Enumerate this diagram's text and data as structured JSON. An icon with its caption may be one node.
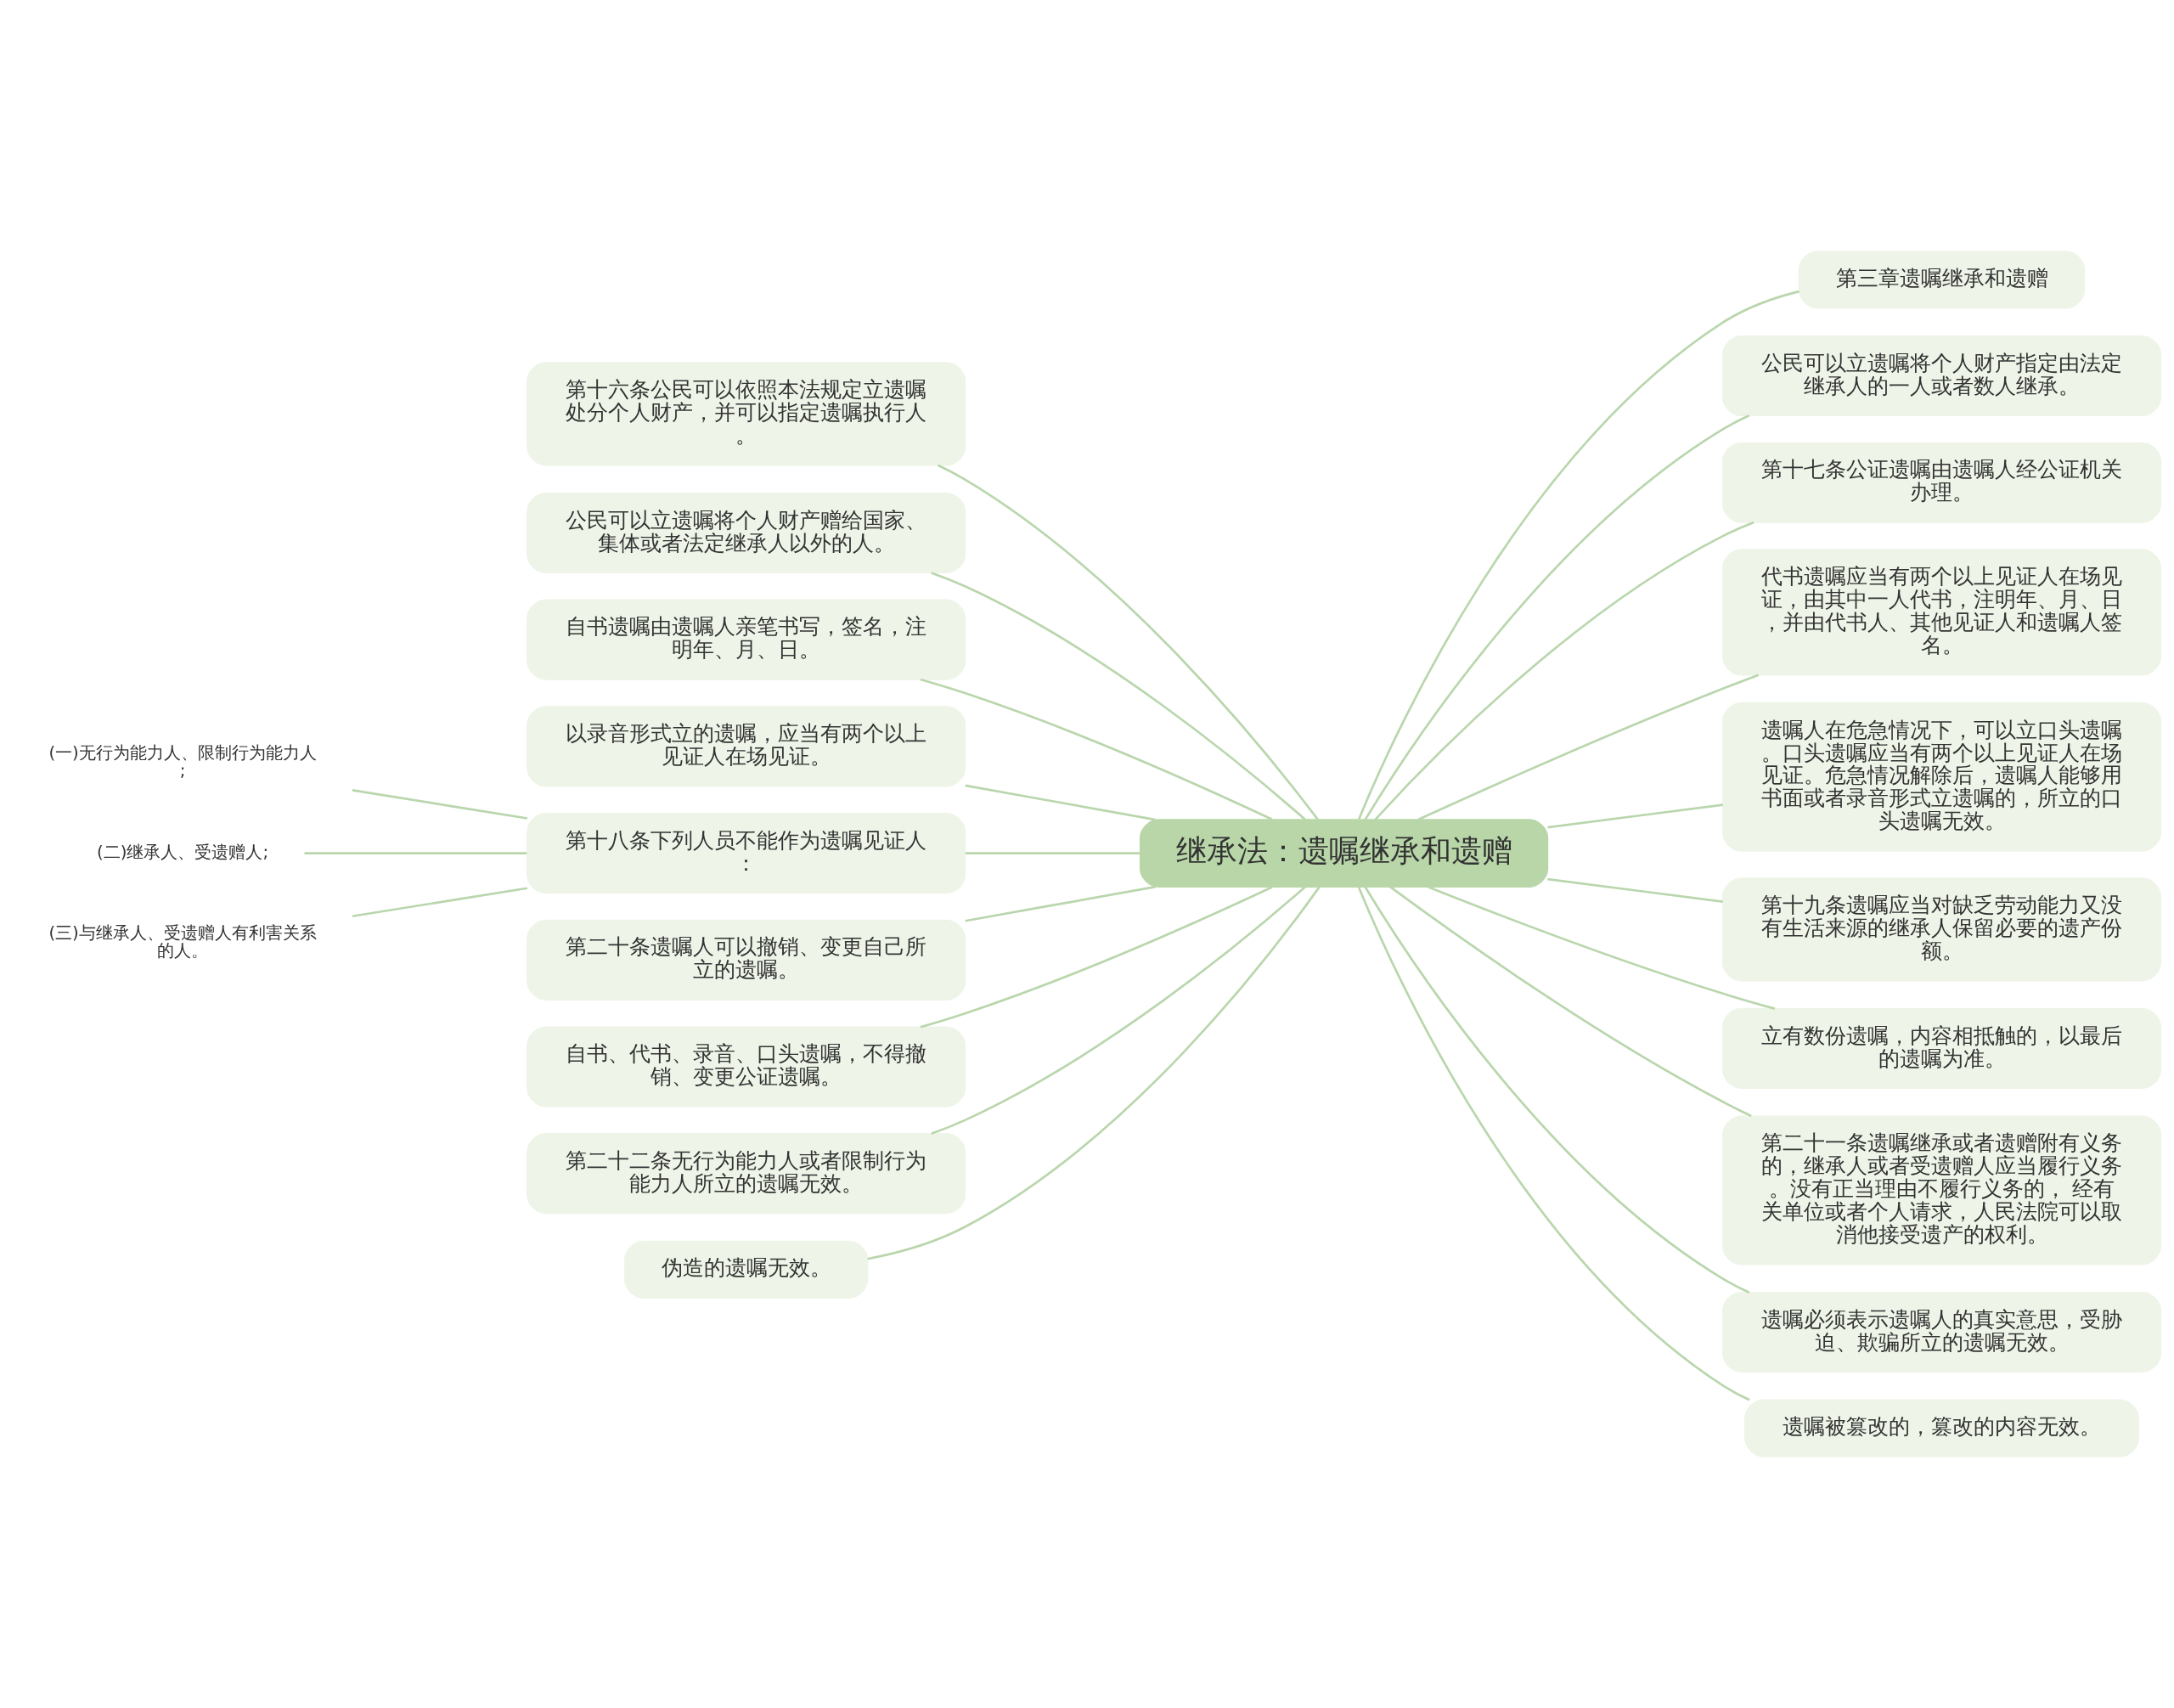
{
  "diagram": {
    "nodes": [
      {
        "text": [
          "继承法：遗嘱继承和遗赠"
        ]
      },
      {
        "text": [
          "第十六条公民可以依照本法规定立遗嘱处分个人财产，并可以指定遗嘱执行人。"
        ]
      },
      {
        "text": [
          "公民可以立遗嘱将个人财产赠给国家、集体或者法定继承人以外的人。"
        ]
      },
      {
        "text": [
          "自书遗嘱由遗嘱人亲笔书写，签名，注明年、月、日。"
        ]
      },
      {
        "text": [
          "以录音形式立的遗嘱，应当有两个以上见证人在场见证。"
        ]
      },
      {
        "text": [
          "第十八条下列人员不能作为遗嘱见证人："
        ]
      },
      {
        "text": [
          "(一)无行为能力人、限制行为能力人;"
        ]
      },
      {
        "text": [
          "(二)继承人、受遗赠人;"
        ]
      },
      {
        "text": [
          "(三)与继承人、受遗赠人有利害关系的人。"
        ]
      },
      {
        "text": [
          "第二十条遗嘱人可以撤销、变更自己所立的遗嘱。"
        ]
      },
      {
        "text": [
          "自书、代书、录音、口头遗嘱，不得撤销、变更公证遗嘱。"
        ]
      },
      {
        "text": [
          "第二十二条无行为能力人或者限制行为能力人所立的遗嘱无效。"
        ]
      },
      {
        "text": [
          "伪造的遗嘱无效。"
        ]
      },
      {
        "text": [
          "第三章遗嘱继承和遗赠"
        ]
      },
      {
        "text": [
          "公民可以立遗嘱将个人财产指定由法定继承人的一人或者数人继承。"
        ]
      },
      {
        "text": [
          "第十七条公证遗嘱由遗嘱人经公证机关办理。"
        ]
      },
      {
        "text": [
          "代书遗嘱应当有两个以上见证人在场见证，由其中一人代书，注明年、月、日，并由代书人、其他见证人和遗嘱人签名。"
        ]
      },
      {
        "text": [
          "遗嘱人在危急情况下，可以立口头遗嘱。口头遗嘱应当有两个以上见证人在场见证。危急情况解除后，遗嘱人能够用书面或者录音形式立遗嘱的，所立的口头遗嘱无效。"
        ]
      },
      {
        "text": [
          "第十九条遗嘱应当对缺乏劳动能力又没有生活来源的继承人保留必要的遗产份额。"
        ]
      },
      {
        "text": [
          "立有数份遗嘱，内容相抵触的，以最后的遗嘱为准。"
        ]
      },
      {
        "text": [
          "第二十一条遗嘱继承或者遗赠附有义务的，继承人或者受遗赠人应当履行义务。没有正当理由不履行义务的， 经有关单位或者个人请求，人民法院可以取消他接受遗产的权利。"
        ]
      },
      {
        "text": [
          "遗嘱必须表示遗嘱人的真实意思，受胁迫、欺骗所立的遗嘱无效。"
        ]
      },
      {
        "text": [
          "遗嘱被篡改的，篡改的内容无效。"
        ]
      }
    ],
    "edges": [
      {
        "from": 0,
        "to": 1,
        "arrow": "none"
      },
      {
        "from": 0,
        "to": 2,
        "arrow": "none"
      },
      {
        "from": 0,
        "to": 3,
        "arrow": "none"
      },
      {
        "from": 0,
        "to": 4,
        "arrow": "none"
      },
      {
        "from": 0,
        "to": 5,
        "arrow": "none"
      },
      {
        "from": 5,
        "to": 6,
        "arrow": "none"
      },
      {
        "from": 5,
        "to": 7,
        "arrow": "none"
      },
      {
        "from": 5,
        "to": 8,
        "arrow": "none"
      },
      {
        "from": 0,
        "to": 9,
        "arrow": "none"
      },
      {
        "from": 0,
        "to": 10,
        "arrow": "none"
      },
      {
        "from": 0,
        "to": 11,
        "arrow": "none"
      },
      {
        "from": 0,
        "to": 12,
        "arrow": "none"
      },
      {
        "from": 0,
        "to": 13,
        "arrow": "none"
      },
      {
        "from": 0,
        "to": 14,
        "arrow": "none"
      },
      {
        "from": 0,
        "to": 15,
        "arrow": "none"
      },
      {
        "from": 0,
        "to": 16,
        "arrow": "none"
      },
      {
        "from": 0,
        "to": 17,
        "arrow": "none"
      },
      {
        "from": 0,
        "to": 18,
        "arrow": "none"
      },
      {
        "from": 0,
        "to": 19,
        "arrow": "none"
      },
      {
        "from": 0,
        "to": 20,
        "arrow": "none"
      },
      {
        "from": 0,
        "to": 21,
        "arrow": "none"
      },
      {
        "from": 0,
        "to": 22,
        "arrow": "none"
      }
    ]
  }
}
